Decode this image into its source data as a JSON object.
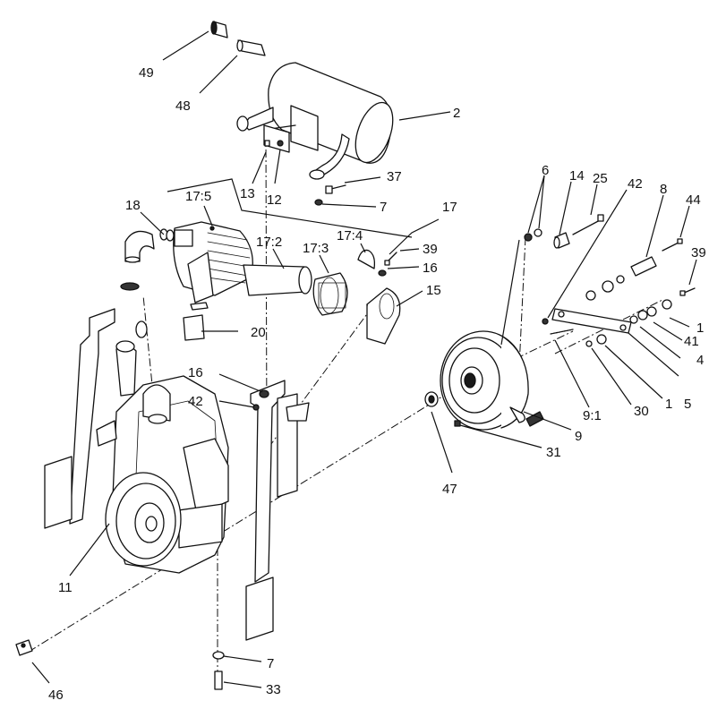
{
  "diagram": {
    "callouts": {
      "c49": "49",
      "c48": "48",
      "c2": "2",
      "c13": "13",
      "c12": "12",
      "c37": "37",
      "c7a": "7",
      "c18": "18",
      "c17_5": "17:5",
      "c17_2": "17:2",
      "c17_3": "17:3",
      "c17_4": "17:4",
      "c17": "17",
      "c39a": "39",
      "c16a": "16",
      "c15": "15",
      "c20": "20",
      "c16b": "16",
      "c42a": "42",
      "c11": "11",
      "c47": "47",
      "c46": "46",
      "c7b": "7",
      "c33": "33",
      "c6": "6",
      "c14": "14",
      "c25": "25",
      "c42b": "42",
      "c8": "8",
      "c44": "44",
      "c39b": "39",
      "c1a": "1",
      "c41": "41",
      "c4": "4",
      "c5": "5",
      "c1b": "1",
      "c30": "30",
      "c9_1": "9:1",
      "c9": "9",
      "c31": "31"
    }
  }
}
